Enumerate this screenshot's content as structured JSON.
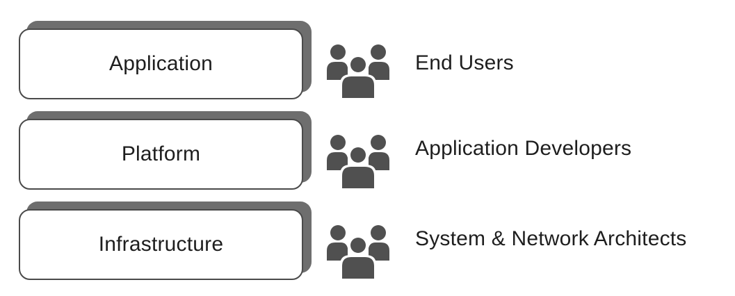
{
  "layers": [
    {
      "label": "Application",
      "role": "End Users"
    },
    {
      "label": "Platform",
      "role": "Application Developers"
    },
    {
      "label": "Infrastructure",
      "role": "System & Network Architects"
    }
  ],
  "colors": {
    "shadow": "#6e6e6e",
    "border": "#4a4a4a",
    "icon": "#505050",
    "text": "#1e1e1e"
  },
  "icons": {
    "audience": "people-group-icon"
  }
}
